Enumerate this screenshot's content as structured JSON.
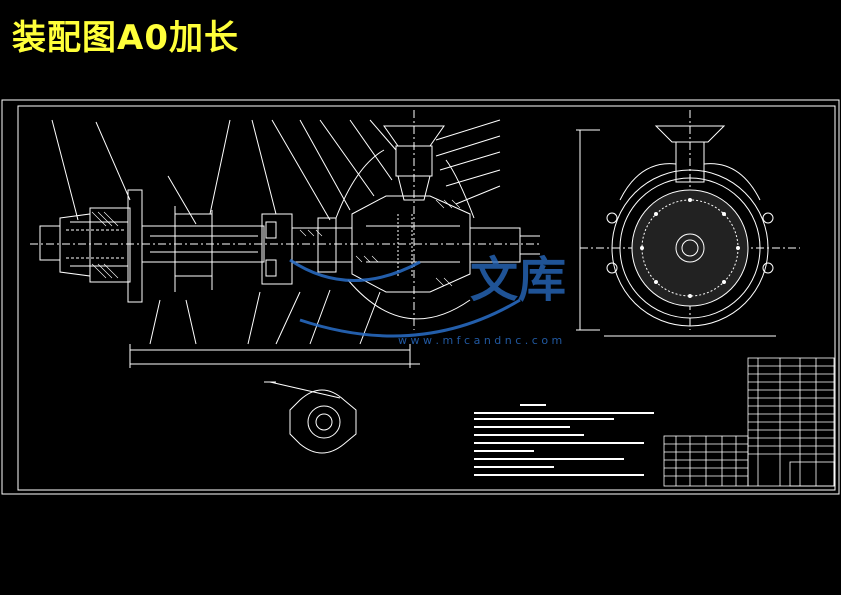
{
  "header": {
    "title": "装配图A0加长"
  },
  "watermark": {
    "text": "文库",
    "url": "w w w . m f c a n d n c . c o m"
  },
  "colors": {
    "background": "#000000",
    "title": "#ffff3a",
    "lines": "#ffffff",
    "watermark": "#2a6fc9"
  }
}
